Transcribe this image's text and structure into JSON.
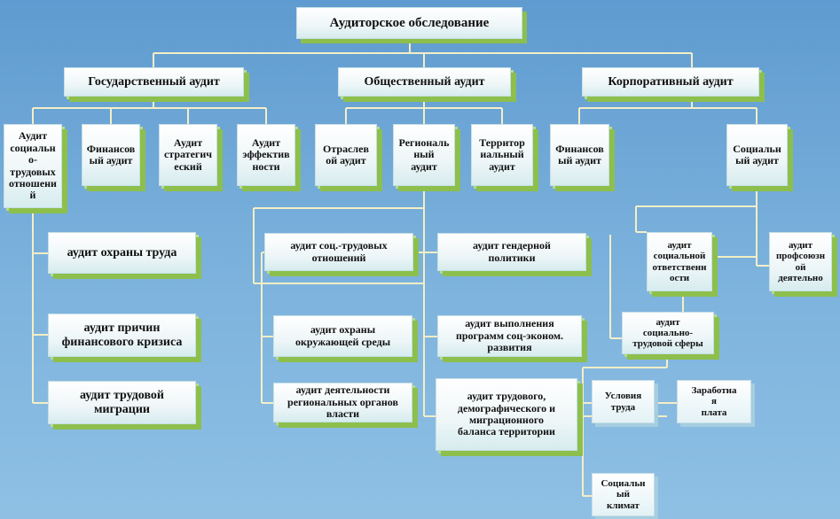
{
  "title": "Аудиторское обследование",
  "level1": {
    "state": "Государственный аудит",
    "public": "Общественный аудит",
    "corporate": "Корпоративный аудит"
  },
  "state_children": {
    "social_labor": "Аудит\nсоциальн\nо-\nтрудовых\nотношени\nй",
    "financial": "Финансов\nый аудит",
    "strategic": "Аудит\nстратегич\nеский",
    "efficiency": "Аудит\nэффектив\nности"
  },
  "public_children": {
    "sectoral": "Отраслев\nой аудит",
    "regional": "Региональ\nный\nаудит",
    "territorial": "Территор\nиальный\nаудит"
  },
  "corporate_children": {
    "financial": "Финансов\nый аудит",
    "social": "Социальн\nый аудит"
  },
  "social_labor_children": {
    "labor_protection": "аудит охраны труда",
    "crisis_causes": "аудит причин\nфинансового кризиса",
    "labor_migration": "аудит трудовой\nмиграции"
  },
  "regional_children": {
    "social_labor_relations": "аудит соц.-трудовых\nотношений",
    "gender_policy": "аудит гендерной\nполитики",
    "environment": "аудит охраны\nокружающей среды",
    "programs": "аудит выполнения\nпрограмм  соц-эконом.\nразвития",
    "authorities": "аудит деятельности\nрегиональных органов\nвласти",
    "labor_balance": "аудит трудового,\nдемографического    и\nмиграционного\nбаланса территории"
  },
  "social_audit_children": {
    "social_responsibility": "аудит\nсоциальной\nответственн\nости",
    "trade_union": "аудит\nпрофсоюзн\nой\nдеятельно",
    "social_labor_sphere": "аудит\nсоциально-\nтрудовой сферы"
  },
  "sphere_children": {
    "conditions": "Условия\nтруда",
    "salary": "Заработна\nя\nплата",
    "climate": "Социальн\nый\nклимат"
  }
}
